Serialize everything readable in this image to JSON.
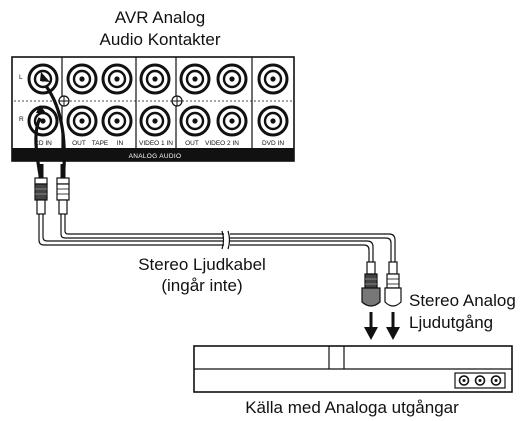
{
  "title_line1": "AVR Analog",
  "title_line2": "Audio Kontakter",
  "panel": {
    "row_label_left": "L",
    "row_label_right": "R",
    "jack_labels": [
      "CD IN",
      "OUT",
      "TAPE",
      "IN",
      "VIDEO 1 IN",
      "OUT",
      "VIDEO 2 IN",
      "DVD IN"
    ],
    "band_label": "ANALOG AUDIO"
  },
  "cable_label_line1": "Stereo Ljudkabel",
  "cable_label_line2": "(ingår inte)",
  "output_label_line1": "Stereo Analog",
  "output_label_line2": "Ljudutgång",
  "source_caption": "Källa med Analoga utgångar"
}
